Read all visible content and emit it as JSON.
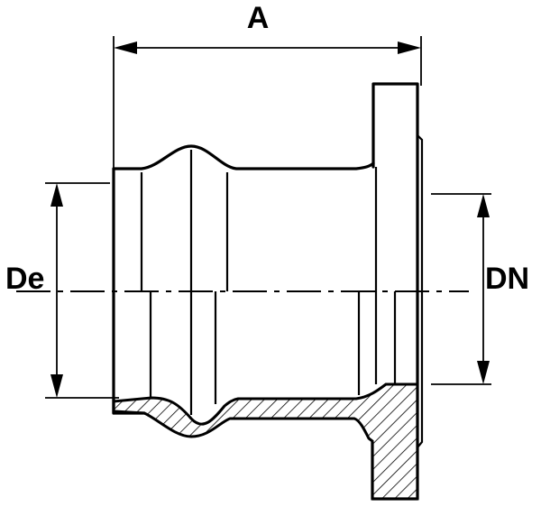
{
  "drawing": {
    "label_a": "A",
    "label_de": "De",
    "label_dn": "DN"
  }
}
